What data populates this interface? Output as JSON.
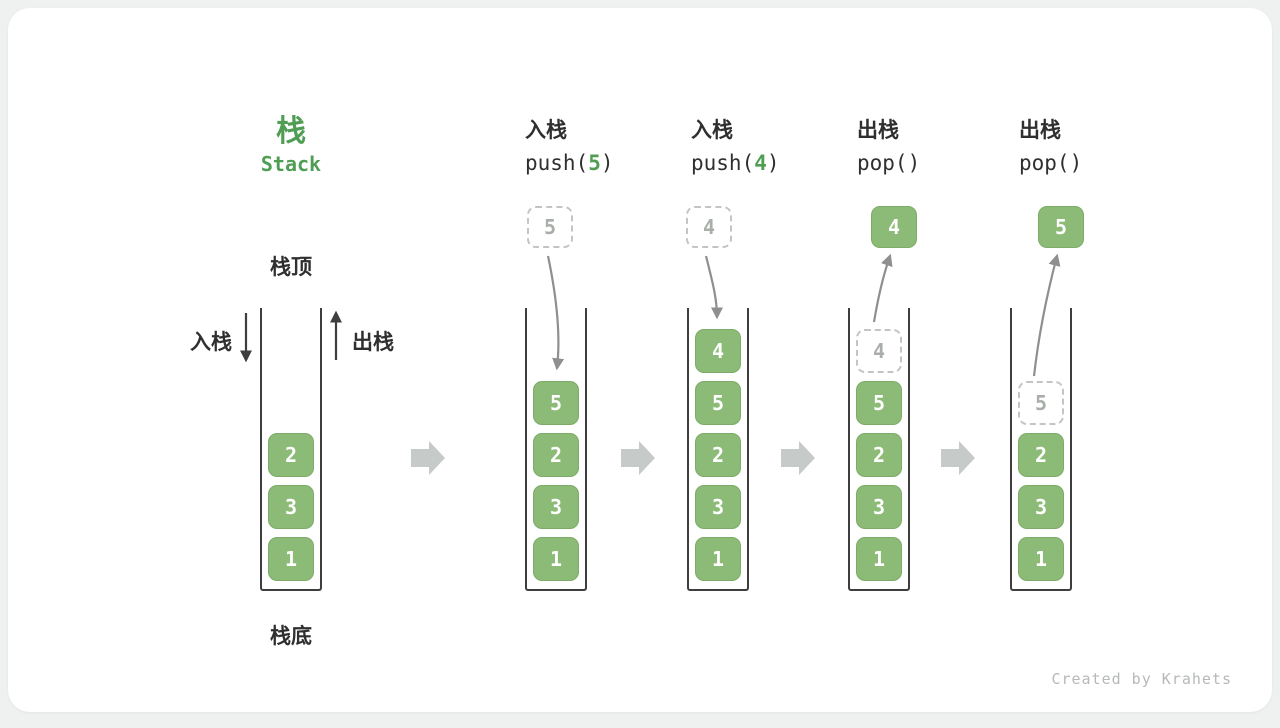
{
  "title": {
    "zh": "栈",
    "en": "Stack"
  },
  "labels": {
    "stack_top": "栈顶",
    "stack_bottom": "栈底",
    "push_side": "入栈",
    "pop_side": "出栈"
  },
  "footer": "Created by Krahets",
  "colors": {
    "cell_green": "#8cbb77",
    "title_green": "#4f9e53",
    "dark_text": "#2f2f2f",
    "arrow_gray": "#8f8f8f",
    "block_arrow_gray": "#c6cac8",
    "ghost_gray": "#a8aea8"
  },
  "columns": [
    {
      "name": "initial",
      "cells": [
        {
          "value": "2"
        },
        {
          "value": "3"
        },
        {
          "value": "1"
        }
      ]
    },
    {
      "name": "push-5",
      "header": {
        "line1": "入栈",
        "fn": "push(",
        "arg": "5",
        "close": ")"
      },
      "floating": {
        "value": "5",
        "style": "dashed"
      },
      "cells": [
        {
          "value": "5"
        },
        {
          "value": "2"
        },
        {
          "value": "3"
        },
        {
          "value": "1"
        }
      ]
    },
    {
      "name": "push-4",
      "header": {
        "line1": "入栈",
        "fn": "push(",
        "arg": "4",
        "close": ")"
      },
      "floating": {
        "value": "4",
        "style": "dashed"
      },
      "cells": [
        {
          "value": "4"
        },
        {
          "value": "5"
        },
        {
          "value": "2"
        },
        {
          "value": "3"
        },
        {
          "value": "1"
        }
      ]
    },
    {
      "name": "pop-4",
      "header": {
        "line1": "出栈",
        "fn": "pop(",
        "arg": "",
        "close": ")"
      },
      "floating": {
        "value": "4",
        "style": "solid"
      },
      "cells": [
        {
          "value": "4",
          "ghost": true
        },
        {
          "value": "5"
        },
        {
          "value": "2"
        },
        {
          "value": "3"
        },
        {
          "value": "1"
        }
      ]
    },
    {
      "name": "pop-5",
      "header": {
        "line1": "出栈",
        "fn": "pop(",
        "arg": "",
        "close": ")"
      },
      "floating": {
        "value": "5",
        "style": "solid"
      },
      "cells": [
        {
          "value": "5",
          "ghost": true
        },
        {
          "value": "2"
        },
        {
          "value": "3"
        },
        {
          "value": "1"
        }
      ]
    }
  ]
}
